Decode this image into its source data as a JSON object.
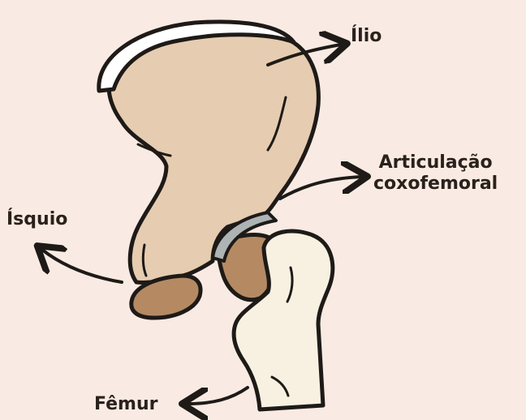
{
  "labels": {
    "ilio": "Ílio",
    "isquio": "Ísquio",
    "articulacao_line1": "Articulação",
    "articulacao_line2": "coxofemoral",
    "femur": "Fêmur"
  },
  "colors": {
    "background": "#f9ebe3",
    "bone_hip": "#e6ccb0",
    "bone_dark": "#b58a63",
    "cartilage": "#aeb3b4",
    "femur": "#f8f1e2",
    "outline": "#1e1a17"
  }
}
